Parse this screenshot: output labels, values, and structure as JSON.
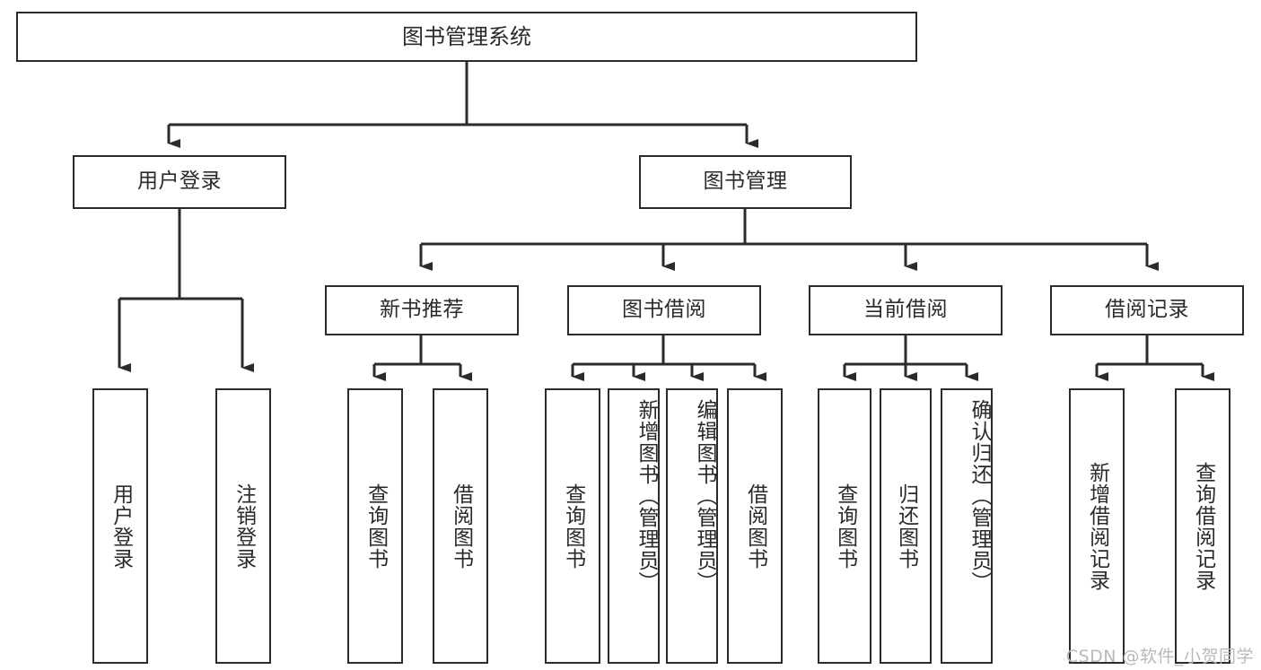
{
  "diagram": {
    "type": "tree-hierarchy-chart",
    "title": "图书管理系统",
    "watermark": "CSDN @软件_小贺同学",
    "colors": {
      "box_border": "#2b2b2b",
      "box_fill": "#ffffff",
      "text": "#2a2a2a",
      "connector": "#2b2b2b",
      "watermark": "#b9b9b9",
      "background": "#ffffff"
    },
    "levels": {
      "level1": [
        {
          "id": "root",
          "label": "图书管理系统"
        }
      ],
      "level2": [
        {
          "id": "user-login",
          "label": "用户登录",
          "parent": "root"
        },
        {
          "id": "book-manage",
          "label": "图书管理",
          "parent": "root"
        }
      ],
      "level3": [
        {
          "id": "new-book-recommend",
          "label": "新书推荐",
          "parent": "book-manage"
        },
        {
          "id": "book-borrow",
          "label": "图书借阅",
          "parent": "book-manage"
        },
        {
          "id": "current-borrow",
          "label": "当前借阅",
          "parent": "book-manage"
        },
        {
          "id": "borrow-record",
          "label": "借阅记录",
          "parent": "book-manage"
        }
      ],
      "level4": [
        {
          "id": "leaf-user-login",
          "label": "用户登录",
          "parent": "user-login"
        },
        {
          "id": "leaf-logout-login",
          "label": "注销登录",
          "parent": "user-login"
        },
        {
          "id": "leaf-query-book-1",
          "label": "查询图书",
          "parent": "new-book-recommend"
        },
        {
          "id": "leaf-borrow-book-1",
          "label": "借阅图书",
          "parent": "new-book-recommend"
        },
        {
          "id": "leaf-query-book-2",
          "label": "查询图书",
          "parent": "book-borrow"
        },
        {
          "id": "leaf-add-book-admin",
          "label": "新增图书（管理员）",
          "parent": "book-borrow"
        },
        {
          "id": "leaf-edit-book-admin",
          "label": "编辑图书（管理员）",
          "parent": "book-borrow"
        },
        {
          "id": "leaf-borrow-book-2",
          "label": "借阅图书",
          "parent": "book-borrow"
        },
        {
          "id": "leaf-query-book-3",
          "label": "查询图书",
          "parent": "current-borrow"
        },
        {
          "id": "leaf-return-book",
          "label": "归还图书",
          "parent": "current-borrow"
        },
        {
          "id": "leaf-confirm-return-admin",
          "label": "确认归还（管理员）",
          "parent": "current-borrow"
        },
        {
          "id": "leaf-add-borrow-record",
          "label": "新增借阅记录",
          "parent": "borrow-record"
        },
        {
          "id": "leaf-query-borrow-record",
          "label": "查询借阅记录",
          "parent": "borrow-record"
        }
      ]
    }
  }
}
